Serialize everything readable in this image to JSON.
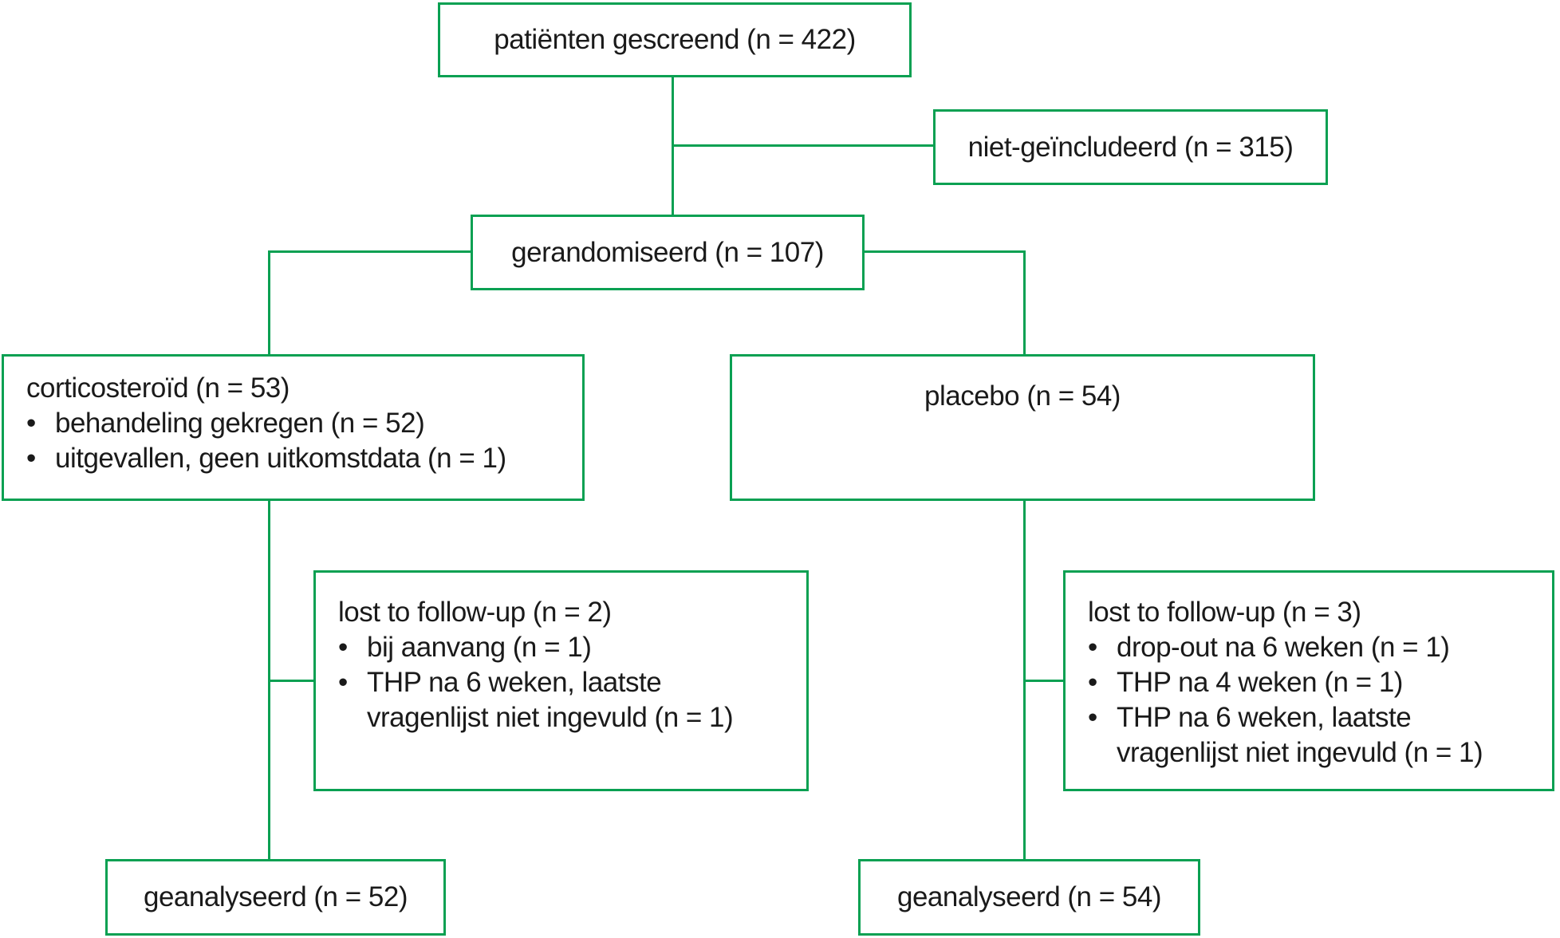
{
  "colors": {
    "line_green": "#0aa052",
    "text": "#1a1a1a",
    "background": "#ffffff"
  },
  "diagram": {
    "screened": {
      "label": "patiënten gescreend (n = 422)"
    },
    "not_included": {
      "label": "niet-geïncludeerd (n = 315)"
    },
    "randomized": {
      "label": "gerandomiseerd (n = 107)"
    },
    "corticosteroid": {
      "title": "corticosteroïd (n = 53)",
      "lines": [
        {
          "marker": "•",
          "text": "behandeling gekregen (n = 52)"
        },
        {
          "marker": "•",
          "text": "uitgevallen, geen uitkomstdata (n = 1)"
        }
      ]
    },
    "placebo": {
      "title": "placebo (n = 54)"
    },
    "lost_left": {
      "title": "lost to follow-up (n = 2)",
      "lines": [
        {
          "marker": "•",
          "text": "bij aanvang (n = 1)"
        },
        {
          "marker": "•",
          "text": "THP na 6 weken, laatste"
        },
        {
          "marker": "",
          "text": "vragenlijst niet ingevuld (n = 1)"
        }
      ]
    },
    "lost_right": {
      "title": "lost to follow-up (n = 3)",
      "lines": [
        {
          "marker": "•",
          "text": "drop-out na 6 weken (n = 1)"
        },
        {
          "marker": "•",
          "text": "THP na 4 weken (n = 1)"
        },
        {
          "marker": "•",
          "text": "THP na 6 weken, laatste"
        },
        {
          "marker": "",
          "text": "vragenlijst niet ingevuld (n = 1)"
        }
      ]
    },
    "analyzed_left": {
      "label": "geanalyseerd (n = 52)"
    },
    "analyzed_right": {
      "label": "geanalyseerd (n = 54)"
    }
  }
}
